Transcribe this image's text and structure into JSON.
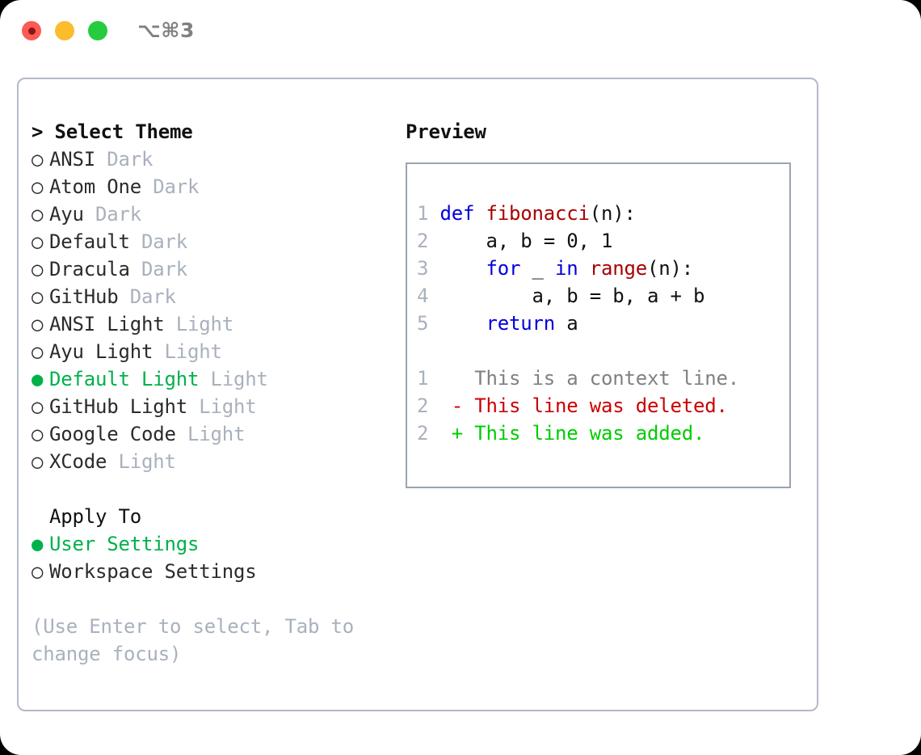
{
  "window": {
    "shortcut": "⌥⌘3",
    "traffic_lights": [
      "close-red",
      "minimize-yellow",
      "maximize-green"
    ]
  },
  "theme_panel": {
    "heading": "> Select Theme",
    "selected_marker": "●",
    "unselected_marker": "○",
    "items": [
      {
        "marker": "○",
        "label": "ANSI",
        "suffix": "Dark",
        "selected": false
      },
      {
        "marker": "○",
        "label": "Atom One",
        "suffix": "Dark",
        "selected": false
      },
      {
        "marker": "○",
        "label": "Ayu",
        "suffix": "Dark",
        "selected": false
      },
      {
        "marker": "○",
        "label": "Default",
        "suffix": "Dark",
        "selected": false
      },
      {
        "marker": "○",
        "label": "Dracula",
        "suffix": "Dark",
        "selected": false
      },
      {
        "marker": "○",
        "label": "GitHub",
        "suffix": "Dark",
        "selected": false
      },
      {
        "marker": "○",
        "label": "ANSI Light",
        "suffix": "Light",
        "selected": false
      },
      {
        "marker": "○",
        "label": "Ayu Light",
        "suffix": "Light",
        "selected": false
      },
      {
        "marker": "●",
        "label": "Default Light",
        "suffix": "Light",
        "selected": true
      },
      {
        "marker": "○",
        "label": "GitHub Light",
        "suffix": "Light",
        "selected": false
      },
      {
        "marker": "○",
        "label": "Google Code",
        "suffix": "Light",
        "selected": false
      },
      {
        "marker": "○",
        "label": "XCode",
        "suffix": "Light",
        "selected": false
      }
    ]
  },
  "apply_to": {
    "heading": "Apply To",
    "items": [
      {
        "marker": "●",
        "label": "User Settings",
        "selected": true
      },
      {
        "marker": "○",
        "label": "Workspace Settings",
        "selected": false
      }
    ]
  },
  "hint": "(Use Enter to select, Tab to change focus)",
  "preview": {
    "title": "Preview",
    "code_lines": [
      {
        "num": "1",
        "tokens": [
          {
            "t": "def ",
            "c": "kw"
          },
          {
            "t": "fibonacci",
            "c": "fn"
          },
          {
            "t": "(n):",
            "c": "plain"
          }
        ]
      },
      {
        "num": "2",
        "tokens": [
          {
            "t": "    a, b = 0, 1",
            "c": "plain"
          }
        ]
      },
      {
        "num": "3",
        "tokens": [
          {
            "t": "    ",
            "c": "plain"
          },
          {
            "t": "for",
            "c": "kw"
          },
          {
            "t": " _ ",
            "c": "plain"
          },
          {
            "t": "in ",
            "c": "kw"
          },
          {
            "t": "range",
            "c": "fn"
          },
          {
            "t": "(n):",
            "c": "plain"
          }
        ]
      },
      {
        "num": "4",
        "tokens": [
          {
            "t": "        a, b = b, a + b",
            "c": "plain"
          }
        ]
      },
      {
        "num": "5",
        "tokens": [
          {
            "t": "    ",
            "c": "plain"
          },
          {
            "t": "return",
            "c": "kw"
          },
          {
            "t": " a",
            "c": "plain"
          }
        ]
      }
    ],
    "diff_lines": [
      {
        "num": "1",
        "sign": " ",
        "text": " This is a context line.",
        "c": "ctx"
      },
      {
        "num": "2",
        "sign": "-",
        "text": " This line was deleted.",
        "c": "del"
      },
      {
        "num": "2",
        "sign": "+",
        "text": " This line was added.",
        "c": "add"
      }
    ]
  },
  "colors": {
    "accent_green": "#00b14b",
    "muted_gray": "#a9b1bd",
    "keyword_blue": "#0000dd",
    "function_red": "#aa0000",
    "diff_deleted": "#cc0000",
    "diff_added": "#00cc00",
    "panel_border": "#b3bac7",
    "preview_border": "#99a3b3"
  }
}
